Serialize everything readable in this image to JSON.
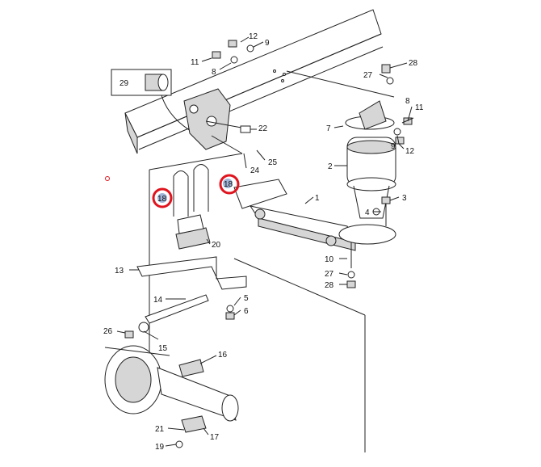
{
  "diagram": {
    "labels": {
      "l1": "1",
      "l2": "2",
      "l3": "3",
      "l4": "4",
      "l5": "5",
      "l6": "6",
      "l7": "7",
      "l8a": "8",
      "l8b": "8",
      "l9a": "9",
      "l9b": "9",
      "l10": "10",
      "l11a": "11",
      "l11b": "11",
      "l12a": "12",
      "l12b": "12",
      "l13": "13",
      "l14": "14",
      "l15": "15",
      "l16": "16",
      "l17": "17",
      "l18a": "18",
      "l18b": "18",
      "l19": "19",
      "l20": "20",
      "l21": "21",
      "l22": "22",
      "l24": "24",
      "l25": "25",
      "l26": "26",
      "l27a": "27",
      "l27b": "27",
      "l28a": "28",
      "l28b": "28",
      "l29": "29"
    },
    "highlight_color": "#e0141e"
  }
}
